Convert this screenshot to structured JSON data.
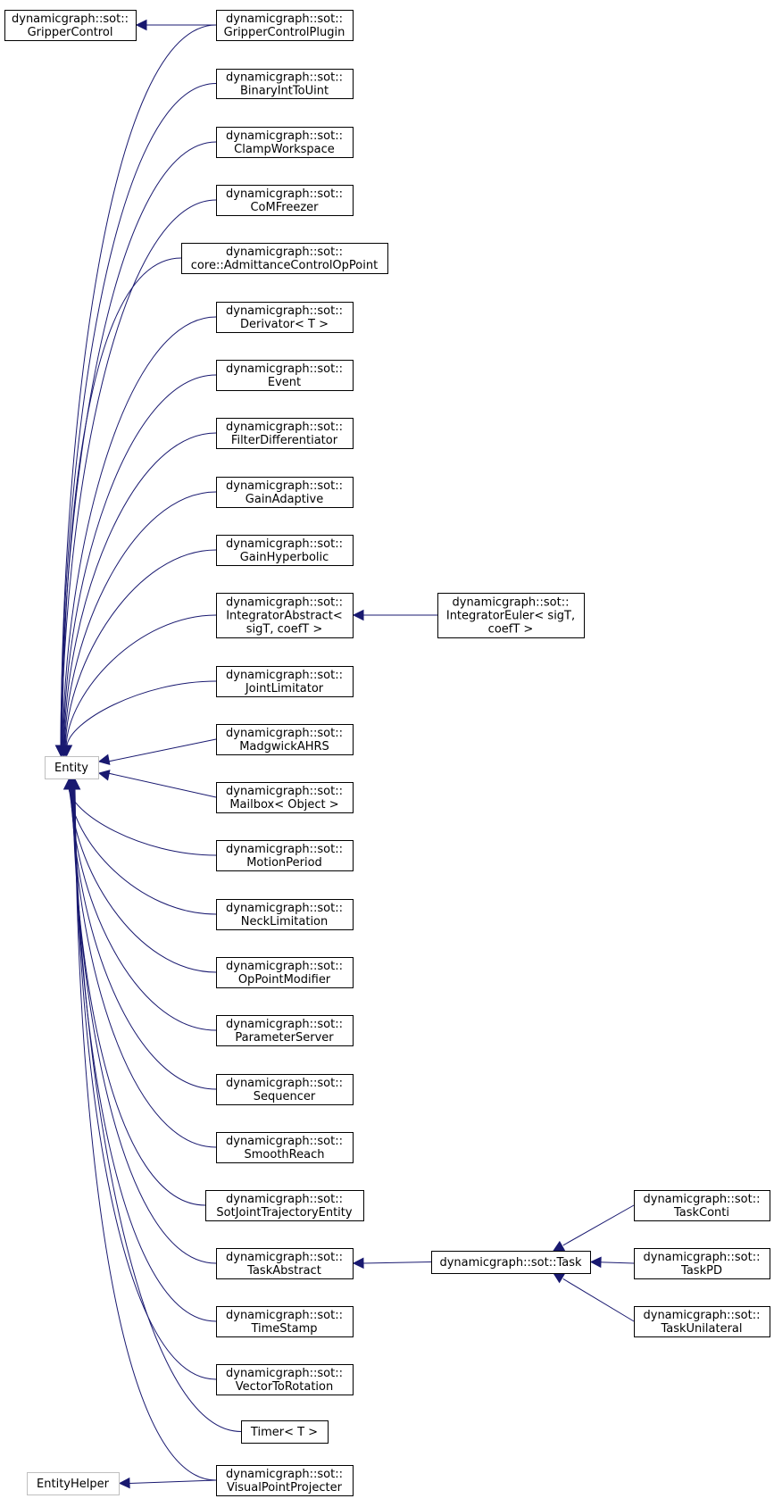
{
  "nodes": [
    {
      "id": "gripper_control",
      "lines": [
        "dynamicgraph::sot::",
        "GripperControl"
      ]
    },
    {
      "id": "gripper_control_plugin",
      "lines": [
        "dynamicgraph::sot::",
        "GripperControlPlugin"
      ]
    },
    {
      "id": "binary_int_to_uint",
      "lines": [
        "dynamicgraph::sot::",
        "BinaryIntToUint"
      ]
    },
    {
      "id": "clamp_workspace",
      "lines": [
        "dynamicgraph::sot::",
        "ClampWorkspace"
      ]
    },
    {
      "id": "com_freezer",
      "lines": [
        "dynamicgraph::sot::",
        "CoMFreezer"
      ]
    },
    {
      "id": "admittance_control_op_point",
      "lines": [
        "dynamicgraph::sot::",
        "core::AdmittanceControlOpPoint"
      ]
    },
    {
      "id": "derivator",
      "lines": [
        "dynamicgraph::sot::",
        "Derivator< T >"
      ]
    },
    {
      "id": "event",
      "lines": [
        "dynamicgraph::sot::",
        "Event"
      ]
    },
    {
      "id": "filter_differentiator",
      "lines": [
        "dynamicgraph::sot::",
        "FilterDifferentiator"
      ]
    },
    {
      "id": "gain_adaptive",
      "lines": [
        "dynamicgraph::sot::",
        "GainAdaptive"
      ]
    },
    {
      "id": "gain_hyperbolic",
      "lines": [
        "dynamicgraph::sot::",
        "GainHyperbolic"
      ]
    },
    {
      "id": "integrator_abstract",
      "lines": [
        "dynamicgraph::sot::",
        "IntegratorAbstract<",
        "sigT, coefT >"
      ]
    },
    {
      "id": "integrator_euler",
      "lines": [
        "dynamicgraph::sot::",
        "IntegratorEuler< sigT,",
        "coefT >"
      ]
    },
    {
      "id": "joint_limitator",
      "lines": [
        "dynamicgraph::sot::",
        "JointLimitator"
      ]
    },
    {
      "id": "madgwick_ahrs",
      "lines": [
        "dynamicgraph::sot::",
        "MadgwickAHRS"
      ]
    },
    {
      "id": "entity",
      "lines": [
        "Entity"
      ]
    },
    {
      "id": "mailbox",
      "lines": [
        "dynamicgraph::sot::",
        "Mailbox< Object >"
      ]
    },
    {
      "id": "motion_period",
      "lines": [
        "dynamicgraph::sot::",
        "MotionPeriod"
      ]
    },
    {
      "id": "neck_limitation",
      "lines": [
        "dynamicgraph::sot::",
        "NeckLimitation"
      ]
    },
    {
      "id": "op_point_modifier",
      "lines": [
        "dynamicgraph::sot::",
        "OpPointModifier"
      ]
    },
    {
      "id": "parameter_server",
      "lines": [
        "dynamicgraph::sot::",
        "ParameterServer"
      ]
    },
    {
      "id": "sequencer",
      "lines": [
        "dynamicgraph::sot::",
        "Sequencer"
      ]
    },
    {
      "id": "smooth_reach",
      "lines": [
        "dynamicgraph::sot::",
        "SmoothReach"
      ]
    },
    {
      "id": "sot_joint_trajectory_entity",
      "lines": [
        "dynamicgraph::sot::",
        "SotJointTrajectoryEntity"
      ]
    },
    {
      "id": "task_abstract",
      "lines": [
        "dynamicgraph::sot::",
        "TaskAbstract"
      ]
    },
    {
      "id": "task",
      "lines": [
        "dynamicgraph::sot::Task"
      ]
    },
    {
      "id": "task_conti",
      "lines": [
        "dynamicgraph::sot::",
        "TaskConti"
      ]
    },
    {
      "id": "task_pd",
      "lines": [
        "dynamicgraph::sot::",
        "TaskPD"
      ]
    },
    {
      "id": "task_unilateral",
      "lines": [
        "dynamicgraph::sot::",
        "TaskUnilateral"
      ]
    },
    {
      "id": "time_stamp",
      "lines": [
        "dynamicgraph::sot::",
        "TimeStamp"
      ]
    },
    {
      "id": "vector_to_rotation",
      "lines": [
        "dynamicgraph::sot::",
        "VectorToRotation"
      ]
    },
    {
      "id": "timer",
      "lines": [
        "Timer< T >"
      ]
    },
    {
      "id": "entity_helper",
      "lines": [
        "EntityHelper"
      ]
    },
    {
      "id": "visual_point_projecter",
      "lines": [
        "dynamicgraph::sot::",
        "VisualPointProjecter"
      ]
    }
  ],
  "edges": [
    {
      "from": "gripper_control_plugin",
      "to": "gripper_control"
    },
    {
      "from": "gripper_control_plugin",
      "to": "entity"
    },
    {
      "from": "binary_int_to_uint",
      "to": "entity"
    },
    {
      "from": "clamp_workspace",
      "to": "entity"
    },
    {
      "from": "com_freezer",
      "to": "entity"
    },
    {
      "from": "admittance_control_op_point",
      "to": "entity"
    },
    {
      "from": "derivator",
      "to": "entity"
    },
    {
      "from": "event",
      "to": "entity"
    },
    {
      "from": "filter_differentiator",
      "to": "entity"
    },
    {
      "from": "gain_adaptive",
      "to": "entity"
    },
    {
      "from": "gain_hyperbolic",
      "to": "entity"
    },
    {
      "from": "integrator_abstract",
      "to": "entity"
    },
    {
      "from": "integrator_euler",
      "to": "integrator_abstract"
    },
    {
      "from": "joint_limitator",
      "to": "entity"
    },
    {
      "from": "madgwick_ahrs",
      "to": "entity"
    },
    {
      "from": "mailbox",
      "to": "entity"
    },
    {
      "from": "motion_period",
      "to": "entity"
    },
    {
      "from": "neck_limitation",
      "to": "entity"
    },
    {
      "from": "op_point_modifier",
      "to": "entity"
    },
    {
      "from": "parameter_server",
      "to": "entity"
    },
    {
      "from": "sequencer",
      "to": "entity"
    },
    {
      "from": "smooth_reach",
      "to": "entity"
    },
    {
      "from": "sot_joint_trajectory_entity",
      "to": "entity"
    },
    {
      "from": "task_abstract",
      "to": "entity"
    },
    {
      "from": "task",
      "to": "task_abstract"
    },
    {
      "from": "task_conti",
      "to": "task"
    },
    {
      "from": "task_pd",
      "to": "task"
    },
    {
      "from": "task_unilateral",
      "to": "task"
    },
    {
      "from": "time_stamp",
      "to": "entity"
    },
    {
      "from": "vector_to_rotation",
      "to": "entity"
    },
    {
      "from": "timer",
      "to": "entity"
    },
    {
      "from": "visual_point_projecter",
      "to": "entity"
    },
    {
      "from": "visual_point_projecter",
      "to": "entity_helper"
    }
  ],
  "colors": {
    "edge": "#191970",
    "border": "#000000",
    "border_external": "#bfbfbf"
  }
}
